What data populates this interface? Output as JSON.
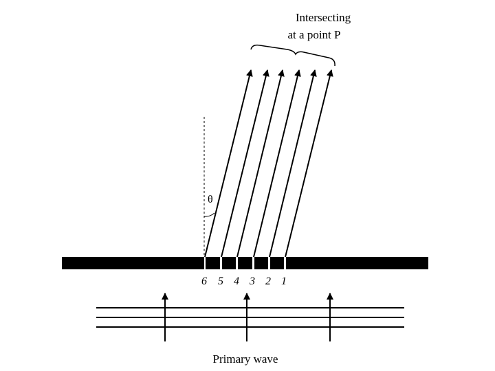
{
  "diagram": {
    "top_label_line1": "Intersecting",
    "top_label_line2": "at a point P",
    "angle_label": "θ",
    "slit_labels": [
      "6",
      "5",
      "4",
      "3",
      "2",
      "1"
    ],
    "bottom_label": "Primary wave"
  },
  "colors": {
    "ink": "#000000",
    "background": "#ffffff"
  }
}
